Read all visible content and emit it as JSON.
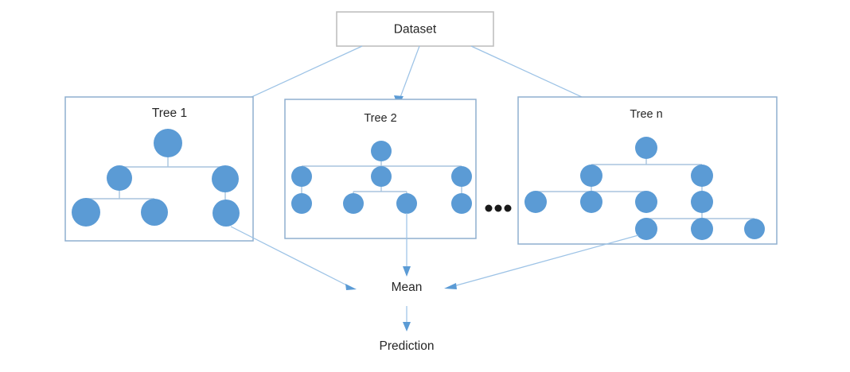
{
  "diagram": {
    "title_node": {
      "label": "Dataset"
    },
    "aggregate_node": {
      "label": "Mean"
    },
    "output_node": {
      "label": "Prediction"
    },
    "ellipsis": {
      "label": "..."
    },
    "trees": [
      {
        "id": "tree-1",
        "label": "Tree 1",
        "node_count": 6
      },
      {
        "id": "tree-2",
        "label": "Tree 2",
        "node_count": 8
      },
      {
        "id": "tree-n",
        "label": "Tree n",
        "node_count": 10
      }
    ],
    "colors": {
      "node_fill": "#5B9BD5",
      "tree_box_border": "#8FAFCF",
      "dataset_box_border": "#BFBFBF",
      "connector": "#A8C4DE",
      "arrow": "#9DC3E6",
      "text": "#262626",
      "background": "#FFFFFF"
    }
  }
}
